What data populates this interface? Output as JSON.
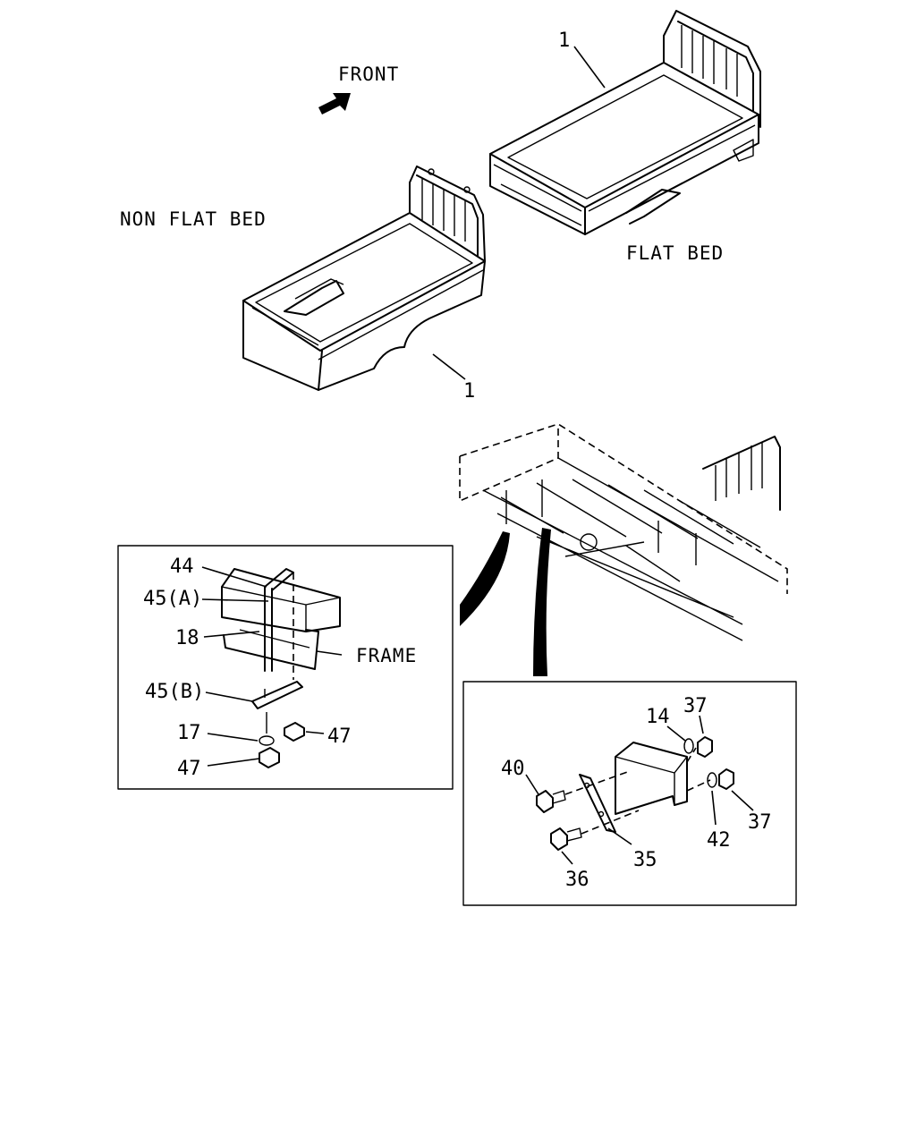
{
  "labels": {
    "front": "FRONT",
    "non_flat_bed": "NON FLAT BED",
    "flat_bed": "FLAT BED",
    "frame": "FRAME"
  },
  "callouts": {
    "flat_bed_part": "1",
    "non_flat_bed_part": "1",
    "left_detail": {
      "p44": "44",
      "p45a": "45(A)",
      "p18": "18",
      "p45b": "45(B)",
      "p17": "17",
      "p47_right": "47",
      "p47_left": "47"
    },
    "right_detail": {
      "p14": "14",
      "p37_top": "37",
      "p40": "40",
      "p37_right": "37",
      "p42": "42",
      "p35": "35",
      "p36": "36"
    }
  }
}
